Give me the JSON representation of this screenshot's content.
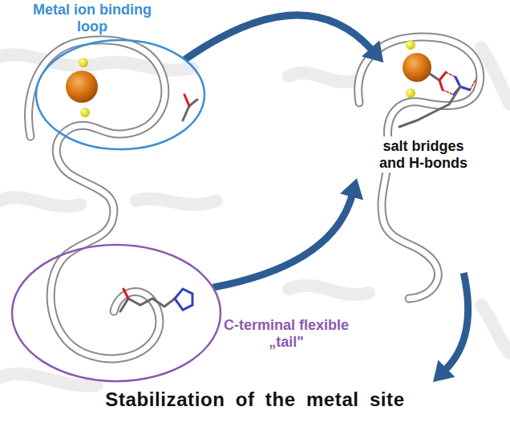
{
  "diagram": {
    "nodes": [
      {
        "text": [
          "Metal ion binding loop"
        ]
      },
      {
        "text": [
          "C-terminal flexible „tail\""
        ]
      },
      {
        "text": [
          "salt bridges and H-bonds"
        ]
      },
      {
        "text": [
          "Stabilization of the metal site"
        ]
      }
    ],
    "edges": [
      {
        "from": 0,
        "to": 2,
        "arrow": "to"
      },
      {
        "from": 1,
        "to": 2,
        "arrow": "to"
      },
      {
        "from": 2,
        "to": 3,
        "arrow": "to"
      }
    ]
  }
}
